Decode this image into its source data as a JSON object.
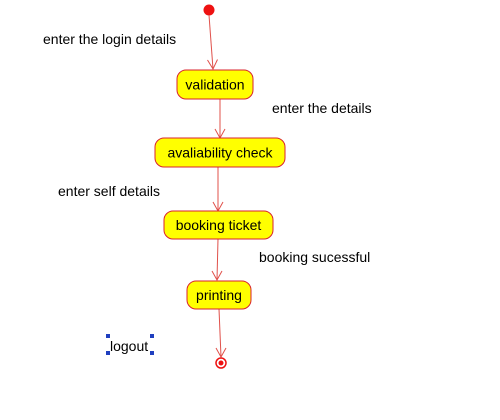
{
  "diagram": {
    "type": "activity-diagram",
    "colors": {
      "flow_line": "#e0504a",
      "state_fill": "#ffff00",
      "state_border": "#d9232f",
      "start_node": "#ee1111",
      "selection_handle": "#1f3fbf"
    },
    "start_node": {
      "icon": "start-node-icon"
    },
    "end_node": {
      "icon": "end-node-icon"
    },
    "states": [
      {
        "id": "validation",
        "label": "validation"
      },
      {
        "id": "availability",
        "label": "avaliability check"
      },
      {
        "id": "booking",
        "label": "booking ticket"
      },
      {
        "id": "printing",
        "label": "printing"
      }
    ],
    "flow_labels": [
      {
        "id": "login",
        "text": "enter the login details"
      },
      {
        "id": "details",
        "text": "enter the details"
      },
      {
        "id": "self",
        "text": "enter self details"
      },
      {
        "id": "success",
        "text": "booking sucessful"
      }
    ],
    "selected_label": {
      "text": "logout"
    }
  }
}
